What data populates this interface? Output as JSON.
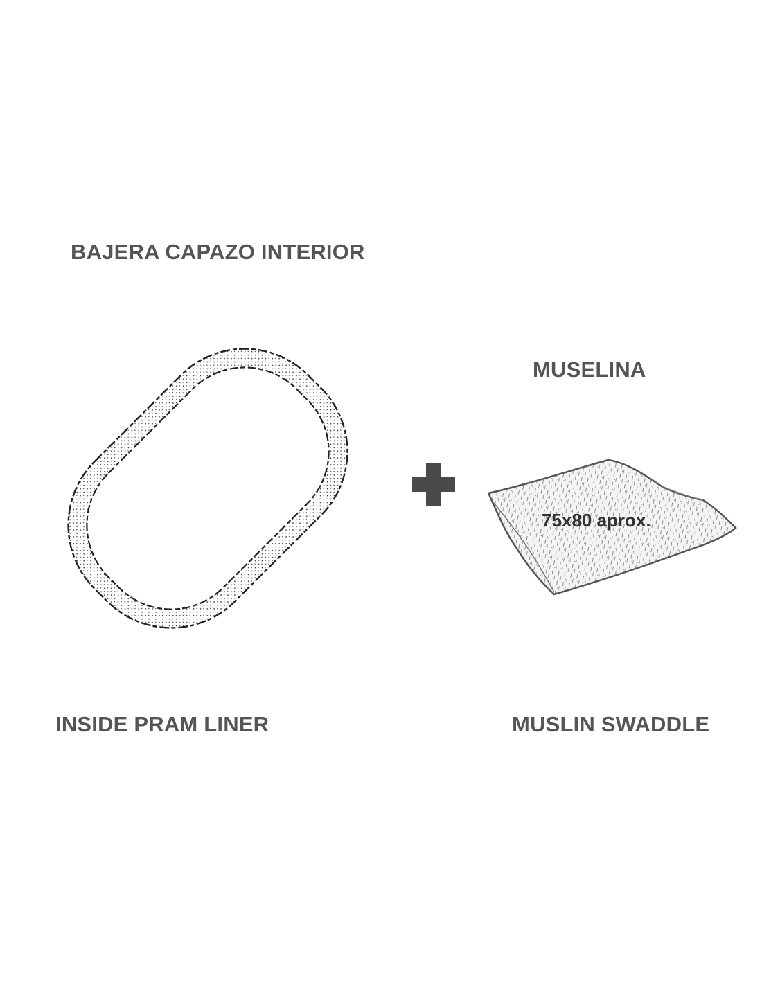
{
  "labels": {
    "liner_es": "BAJERA CAPAZO INTERIOR",
    "muslin_es": "MUSELINA",
    "liner_en": "INSIDE PRAM LINER",
    "muslin_en": "MUSLIN SWADDLE",
    "muslin_size": "75x80 aprox."
  },
  "icons": {
    "plus": "plus-icon",
    "liner": "pram-liner-illustration",
    "muslin": "folded-muslin-illustration"
  },
  "colors": {
    "text": "#555555",
    "plus": "#4a4a4a",
    "line": "#333333"
  }
}
